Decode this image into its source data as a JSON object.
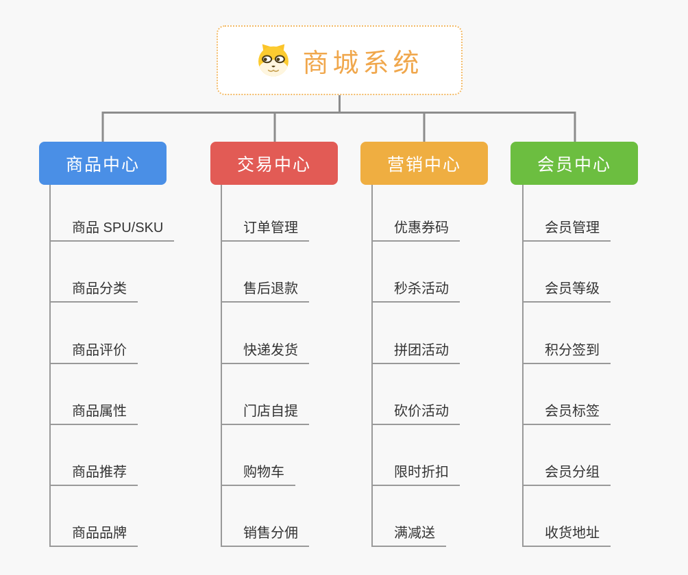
{
  "root": {
    "title": "商城系统",
    "icon": "shiba-dog-face-icon",
    "text_color": "#f0a74c",
    "border_color": "#f3b964"
  },
  "branches": [
    {
      "label": "商品中心",
      "color": "#4a8fe6",
      "items": [
        "商品 SPU/SKU",
        "商品分类",
        "商品评价",
        "商品属性",
        "商品推荐",
        "商品品牌"
      ]
    },
    {
      "label": "交易中心",
      "color": "#e25b55",
      "items": [
        "订单管理",
        "售后退款",
        "快递发货",
        "门店自提",
        "购物车",
        "销售分佣"
      ]
    },
    {
      "label": "营销中心",
      "color": "#efae41",
      "items": [
        "优惠券码",
        "秒杀活动",
        "拼团活动",
        "砍价活动",
        "限时折扣",
        "满减送"
      ]
    },
    {
      "label": "会员中心",
      "color": "#6cbe40",
      "items": [
        "会员管理",
        "会员等级",
        "积分签到",
        "会员标签",
        "会员分组",
        "收货地址"
      ]
    }
  ],
  "colors": {
    "connector": "#8c8c8c",
    "item_line": "#999999",
    "item_text": "#333333",
    "background": "#f8f8f8"
  }
}
